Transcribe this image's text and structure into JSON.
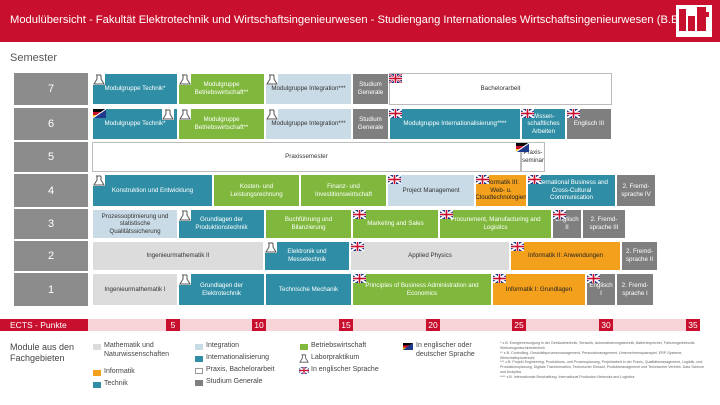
{
  "header": {
    "title": "Modulübersicht - Fakultät Elektrotechnik und Wirtschaftsingenieurwesen - Studiengang Internationales Wirtschaftsingenieurwesen (B.Eng.)"
  },
  "semester_heading": "Semester",
  "semesters": [
    "7",
    "6",
    "5",
    "4",
    "3",
    "2",
    "1"
  ],
  "modules": {
    "s7_tech": "Modulgruppe Technik*",
    "s7_bwl": "Modulgruppe Betriebswirtschaft**",
    "s7_int": "Modulgruppe Integration***",
    "s7_stud": "Studium Generale",
    "s7_ba": "Bachelorarbeit",
    "s6_tech": "Modulgruppe Technik*",
    "s6_bwl": "Modulgruppe Betriebswirtschaft**",
    "s6_int": "Modulgruppe Integration***",
    "s6_stud": "Studium Generale",
    "s6_intl": "Modulgruppe Internationalisierung****",
    "s6_wiss": "Wissen-schaftliches Arbeiten",
    "s6_eng": "Englisch III",
    "s5_praxis": "Praxissemester",
    "s5_sem": "Praxis-seminar",
    "s4_kon": "Konstruktion und Entwicklung",
    "s4_kost": "Kosten- und Leistungsrechnung",
    "s4_fin": "Finanz- und Investitionswirtschaft",
    "s4_proj": "Project Management",
    "s4_inf3": "Informatik III: Web- u. Cloudtechnologien",
    "s4_ibcc": "International Business and Cross-Cultural Communication",
    "s4_fs": "2. Fremd-sprache IV",
    "s3_proz": "Prozessoptimierung und statistische Qualitätssicherung",
    "s3_prod": "Grundlagen der Produktionstechnik",
    "s3_buch": "Buchführung und Bilanzierung",
    "s3_mark": "Marketing and Sales",
    "s3_pml": "Procurement, Manufacturing and Logistics",
    "s3_eng": "Englisch II",
    "s3_fs": "2. Fremd-sprache III",
    "s2_math": "Ingenieurmathematik II",
    "s2_elek": "Elektronik und Messetechnik",
    "s2_phys": "Applied Physics",
    "s2_inf2": "Informatik II: Anwendungen",
    "s2_fs": "2. Fremd-sprache II",
    "s1_math": "Ingenieurmathematik I",
    "s1_elek": "Grundlagen der Elektrotechnik",
    "s1_mech": "Technische Mechanik",
    "s1_pbae": "Principles of Business Administration and Economics",
    "s1_inf1": "Informatik I: Grundlagen",
    "s1_eng": "Englisch I",
    "s1_fs": "2. Fremd-sprache I"
  },
  "ects": {
    "label": "ECTS - Punkte",
    "ticks": [
      "5",
      "10",
      "15",
      "20",
      "25",
      "30",
      "35"
    ]
  },
  "legend": {
    "title": "Module aus den Fachgebieten",
    "math": "Mathematik und Naturwissenschaften",
    "inf": "Informatik",
    "tech": "Technik",
    "int": "Integration",
    "intl": "Internationalisierung",
    "praxis": "Praxis, Bachelorarbeit",
    "stud": "Studium Generale",
    "bwl": "Betriebswirtschaft",
    "lab": "Laborpraktikum",
    "en": "In englischer Sprache",
    "deen": "In englischer oder deutscher Sprache"
  },
  "footnotes": [
    "* z.B. Energieversorgung in der Gebäudetechnik, Sensorik, Automatisierungstechnik, Batteriespeicher, Fahrzeugelektronik, Werkzeugmaschinentechnik",
    "** z.B. Controlling, Geschäftsprozessmanagement, Personalmanagement, Unternehmensplanspiel, ERP-Systeme, Wirtschaftsprivatrecht",
    "*** z.B. Projekt Engineering, Produktions- und Prozessplanung, Projektarbeit in der Praxis, Qualitätsmanagement, Logistik- und Produktionsplanung, Digitale Transformation, Technischer Einkauf, Produktmanagement und Technischer Vertrieb, Data Science und Analytics",
    "**** z.B. Internationale Beschaffung, International Production Networks and Logistics"
  ],
  "colors": {
    "header": "#c8102e",
    "technik": "#2f8ea5",
    "betriebswirtschaft": "#7fb83c",
    "mathematik": "#dcdcdc",
    "integration": "#c9dbe6",
    "informatik": "#f3a01c",
    "studium_generale": "#7f7f7f"
  }
}
